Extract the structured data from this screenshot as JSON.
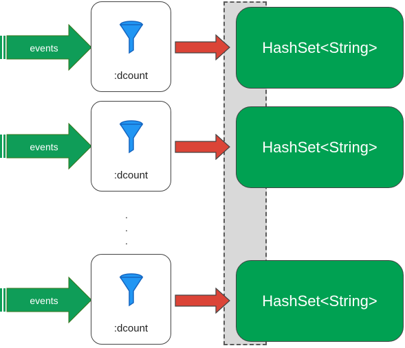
{
  "rows": [
    {
      "input_label": "events",
      "filter_label": ":dcount",
      "output_label": "HashSet<String>"
    },
    {
      "input_label": "events",
      "filter_label": ":dcount",
      "output_label": "HashSet<String>"
    },
    {
      "input_label": "events",
      "filter_label": ":dcount",
      "output_label": "HashSet<String>"
    }
  ],
  "ellipsis": [
    ".",
    ".",
    "."
  ],
  "colors": {
    "input_arrow": "#0f9d58",
    "filter_icon": "#2196f3",
    "transfer_arrow": "#db4437",
    "hashset_fill": "#00a152",
    "lane_fill": "#d9d9d9"
  },
  "icons": {
    "filter": "funnel-icon"
  }
}
